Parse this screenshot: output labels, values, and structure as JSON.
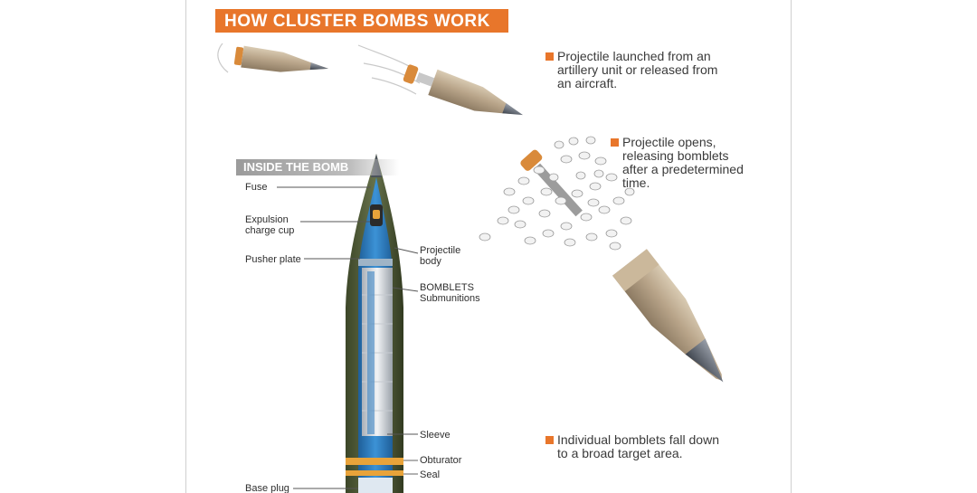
{
  "title": "HOW CLUSTER BOMBS WORK",
  "inside_heading": "INSIDE THE BOMB",
  "steps": [
    {
      "lines": [
        "Projectile launched from an",
        "artillery unit or released from",
        "an aircraft."
      ]
    },
    {
      "lines": [
        "Projectile opens,",
        "releasing bomblets",
        "after a predetermined",
        "time."
      ]
    },
    {
      "lines": [
        "Individual bomblets fall down",
        "to a broad target area."
      ]
    }
  ],
  "parts": {
    "fuse": "Fuse",
    "expulsion": [
      "Expulsion",
      "charge cup"
    ],
    "pusher_plate": "Pusher plate",
    "projectile_body": [
      "Projectile",
      "body"
    ],
    "bomblets": [
      "BOMBLETS",
      "Submunitions"
    ],
    "sleeve": "Sleeve",
    "obturator": "Obturator",
    "seal": "Seal",
    "base_plug": "Base plug"
  },
  "colors": {
    "accent": "#e8762b",
    "shell_tan": "#b9a58a",
    "shell_olive": "#4e5a36",
    "interior_blue": "#2f7ec1",
    "tip_gray": "#5e6570"
  }
}
